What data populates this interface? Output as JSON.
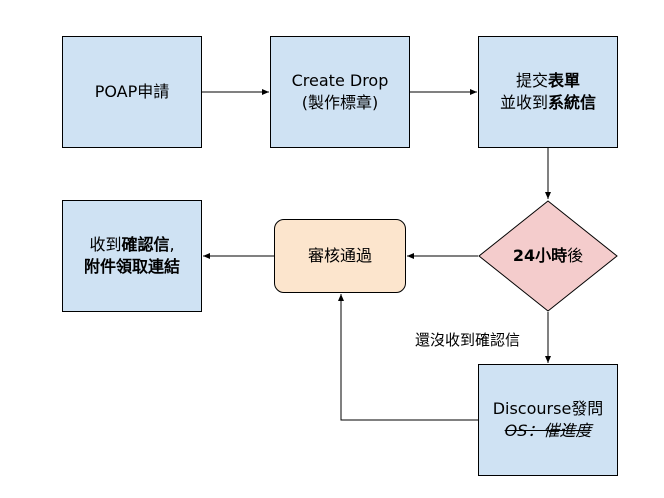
{
  "nodes": {
    "poap": {
      "text": "POAP申請"
    },
    "create": {
      "line1": "Create Drop",
      "line2": "(製作標章)"
    },
    "form": {
      "l1_a": "提交",
      "l1_b": "表單",
      "l2_a": "並收到",
      "l2_b": "系統信"
    },
    "decision": {
      "a": "24小時",
      "b": "後"
    },
    "review": {
      "text": "審核通過"
    },
    "received": {
      "l1_a": "收到",
      "l1_b": "確認信",
      "l1_c": ",",
      "l2": "附件領取連結"
    },
    "discourse": {
      "line1": "Discourse發問",
      "line2": "OS：催進度"
    }
  },
  "edges": {
    "no_email_label": "還沒收到確認信"
  },
  "colors": {
    "rect_fill": "#cfe2f3",
    "review_fill": "#fce5cd",
    "diamond_fill": "#f4cccc",
    "stroke": "#000000"
  }
}
